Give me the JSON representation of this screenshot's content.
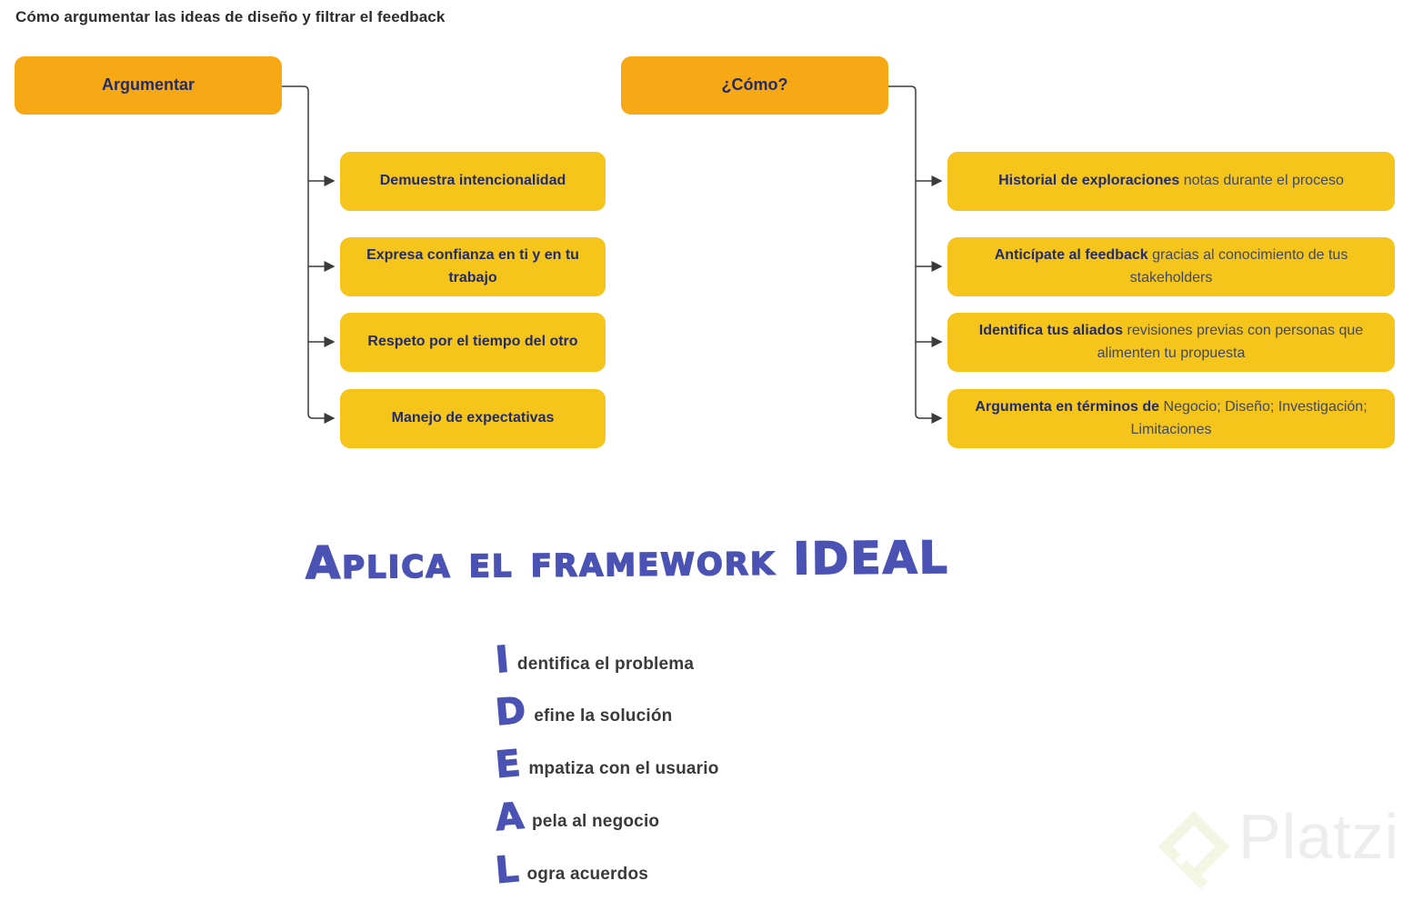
{
  "title": "Cómo argumentar las ideas de diseño y filtrar el feedback",
  "colors": {
    "root_node_fill": "#F7A815",
    "child_node_fill": "#F5C51C",
    "node_title_text": "#222C68",
    "node_body_text": "#3E4963",
    "accent_blue": "#4A52B4",
    "title_text": "#2D2D2D",
    "connector_line": "#3B3B3B",
    "watermark_logo_fill": "#F2F6E3",
    "watermark_text_color": "#EDEDED"
  },
  "mindmap": {
    "argumentar": {
      "root": "Argumentar",
      "children": [
        "Demuestra intencionalidad",
        "Expresa confianza en ti y en tu trabajo",
        "Respeto por el tiempo del otro",
        "Manejo de expectativas"
      ]
    },
    "como": {
      "root": "¿Cómo?",
      "children": [
        {
          "bold": "Historial de exploraciones",
          "rest": " notas durante el proceso"
        },
        {
          "bold": "Anticípate al feedback",
          "rest": " gracias al conocimiento de tus stakeholders"
        },
        {
          "bold": "Identifica tus aliados",
          "rest": " revisiones previas con personas que alimenten tu propuesta"
        },
        {
          "bold": "Argumenta en términos de",
          "rest": " Negocio; Diseño; Investigación; Limitaciones"
        }
      ]
    }
  },
  "framework": {
    "heading": "Aplica el framework IDEAL",
    "items": [
      {
        "letter": "I",
        "rest": "dentifica el problema"
      },
      {
        "letter": "D",
        "rest": "efine la solución"
      },
      {
        "letter": "E",
        "rest": "mpatiza con el usuario"
      },
      {
        "letter": "A",
        "rest": "pela al negocio"
      },
      {
        "letter": "L",
        "rest": "ogra acuerdos"
      }
    ]
  },
  "watermark": {
    "brand": "Platzi"
  }
}
